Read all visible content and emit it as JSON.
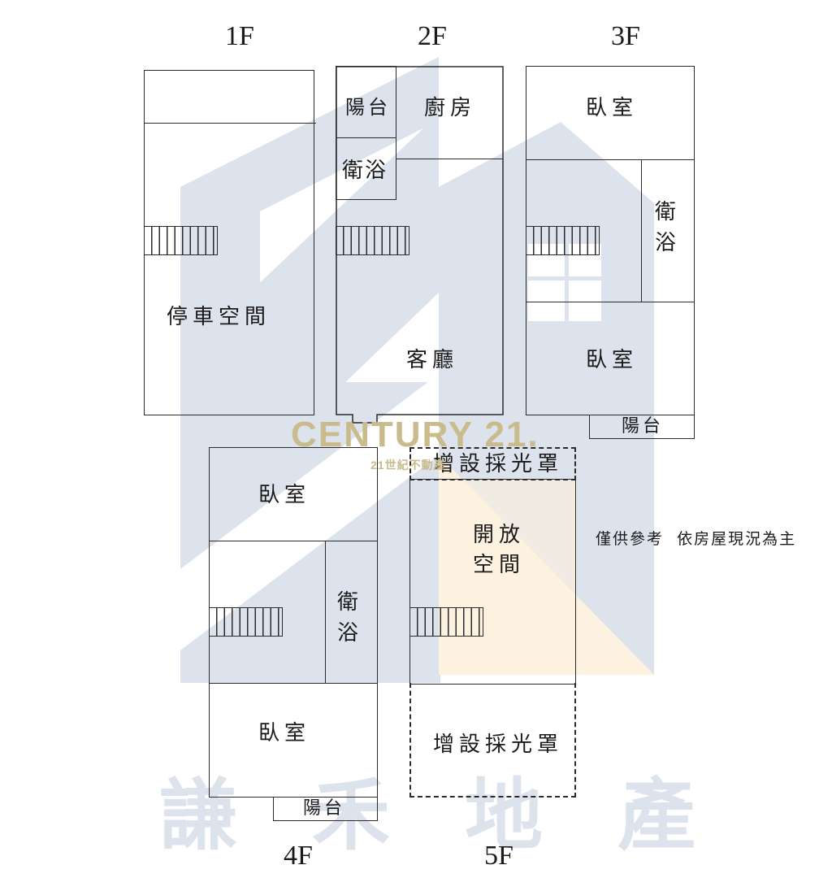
{
  "colors": {
    "watermark_blue": "#dde3ec",
    "watermark_orange": "#fdf1e0",
    "brand_gold": "#c9bb8c",
    "line": "#2b2b2b"
  },
  "watermark": {
    "brand": "CENTURY 21.",
    "brand_sub": "21世紀不動產",
    "company_chars": [
      "謙",
      "禾",
      "地",
      "產"
    ]
  },
  "floors": [
    {
      "label": "1F",
      "rooms": [
        {
          "name": "停車空間"
        }
      ]
    },
    {
      "label": "2F",
      "rooms": [
        {
          "name": "陽台"
        },
        {
          "name": "廚房"
        },
        {
          "name": "衛浴"
        },
        {
          "name": "客廳"
        }
      ]
    },
    {
      "label": "3F",
      "rooms": [
        {
          "name": "臥室"
        },
        {
          "name": "衛浴"
        },
        {
          "name": "臥室"
        },
        {
          "name": "陽台"
        }
      ]
    },
    {
      "label": "4F",
      "rooms": [
        {
          "name": "臥室"
        },
        {
          "name": "衛浴"
        },
        {
          "name": "臥室"
        },
        {
          "name": "陽台"
        }
      ]
    },
    {
      "label": "5F",
      "rooms": [
        {
          "name": "增設採光罩"
        },
        {
          "name": "開放空間",
          "lines": [
            "開放",
            "空間"
          ]
        },
        {
          "name": "增設採光罩"
        }
      ]
    }
  ],
  "disclaimer": "僅供參考  依房屋現況為主"
}
